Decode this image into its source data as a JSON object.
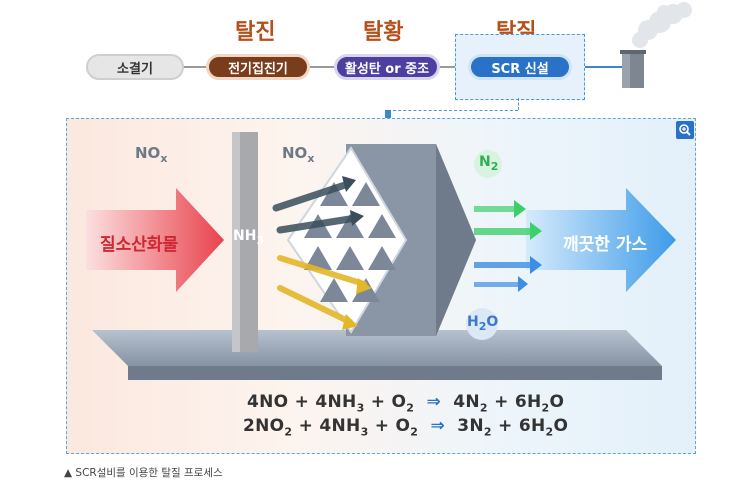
{
  "stages": {
    "stage1_title": "탈진",
    "stage2_title": "탈황",
    "stage3_title": "탈질"
  },
  "process": {
    "step0": "소결기",
    "step1": "전기집진기",
    "step2": "활성탄 or 중조",
    "step3": "SCR 신설"
  },
  "diagram": {
    "nox_left": "NO",
    "nox_left_sub": "x",
    "nox_right": "NO",
    "nox_right_sub": "x",
    "nh3": "NH",
    "nh3_sub": "3",
    "n2": "N",
    "n2_sub": "2",
    "h2o_h": "H",
    "h2o_sub": "2",
    "h2o_o": "O",
    "inlet_label": "질소산화물",
    "outlet_label": "깨끗한 가스"
  },
  "equations": {
    "eq1": {
      "a": "4NO + 4NH",
      "a_sub": "3",
      "b": " + O",
      "b_sub": "2",
      "arrow": "⇒",
      "c": "4N",
      "c_sub": "2",
      "d": " + 6H",
      "d_sub": "2",
      "e": "O"
    },
    "eq2": {
      "a": "2NO",
      "a_sub": "2",
      "b": " + 4NH",
      "b_sub": "3",
      "c": " + O",
      "c_sub": "2",
      "arrow": "⇒",
      "d": "3N",
      "d_sub": "2",
      "e": " + 6H",
      "e_sub": "2",
      "f": "O"
    }
  },
  "caption": "▲ SCR설비를 이용한 탈질 프로세스",
  "colors": {
    "stage_title": "#b5501a",
    "dust_pill": "#7a3d1c",
    "desulf_pill": "#4d3fa0",
    "scr_pill": "#2a72c7",
    "inlet_arrow": "#e8424c",
    "outlet_arrow": "#3d9be9"
  },
  "icons": [
    "magnify-icon",
    "chimney-icon",
    "smoke-icon"
  ]
}
